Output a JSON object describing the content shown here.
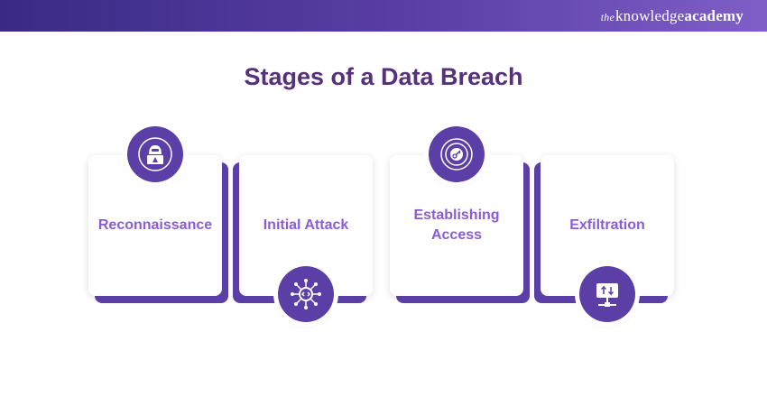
{
  "header": {
    "brand_prefix": "the",
    "brand_main": "knowledge",
    "brand_bold": "academy"
  },
  "title": "Stages of a Data Breach",
  "stages": [
    {
      "label": "Reconnaissance",
      "icon": "hacker-laptop-icon"
    },
    {
      "label": "Initial Attack",
      "icon": "network-code-icon"
    },
    {
      "label": "Establishing Access",
      "icon": "key-target-icon"
    },
    {
      "label": "Exfiltration",
      "icon": "server-transfer-icon"
    }
  ],
  "colors": {
    "header_start": "#3b2a84",
    "header_end": "#7f5ec8",
    "title": "#56307a",
    "label": "#8b5cd6",
    "accent": "#5b3fa6"
  }
}
